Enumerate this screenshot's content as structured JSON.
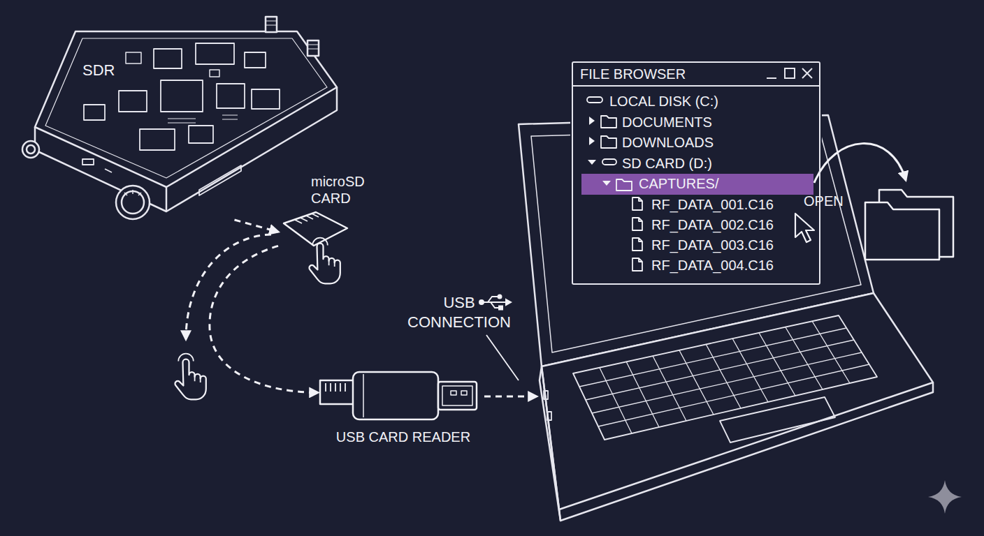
{
  "diagram": {
    "nodes": [
      {
        "text": [
          "SDR"
        ]
      },
      {
        "text": [
          "microSD CARD"
        ]
      },
      {
        "text": [
          "USB CARD READER"
        ]
      },
      {
        "text": [
          "FILE BROWSER",
          "LOCAL DISK (C:)",
          "DOCUMENTS",
          "DOWNLOADS",
          "SD CARD (D:)",
          "RF_DATA_001.C16",
          "RF_DATA_002.C16",
          "RF_DATA_003.C16",
          "RF_DATA_004.C16"
        ]
      },
      {
        "text": [
          "CAPTURES/"
        ],
        "in": 3
      }
    ],
    "edges": [
      {
        "from": 0,
        "to": 1,
        "arrow": "to"
      },
      {
        "from": 1,
        "to": 2,
        "arrow": "to"
      }
    ],
    "labels": [
      "USB CONNECTION",
      "OPEN"
    ]
  }
}
